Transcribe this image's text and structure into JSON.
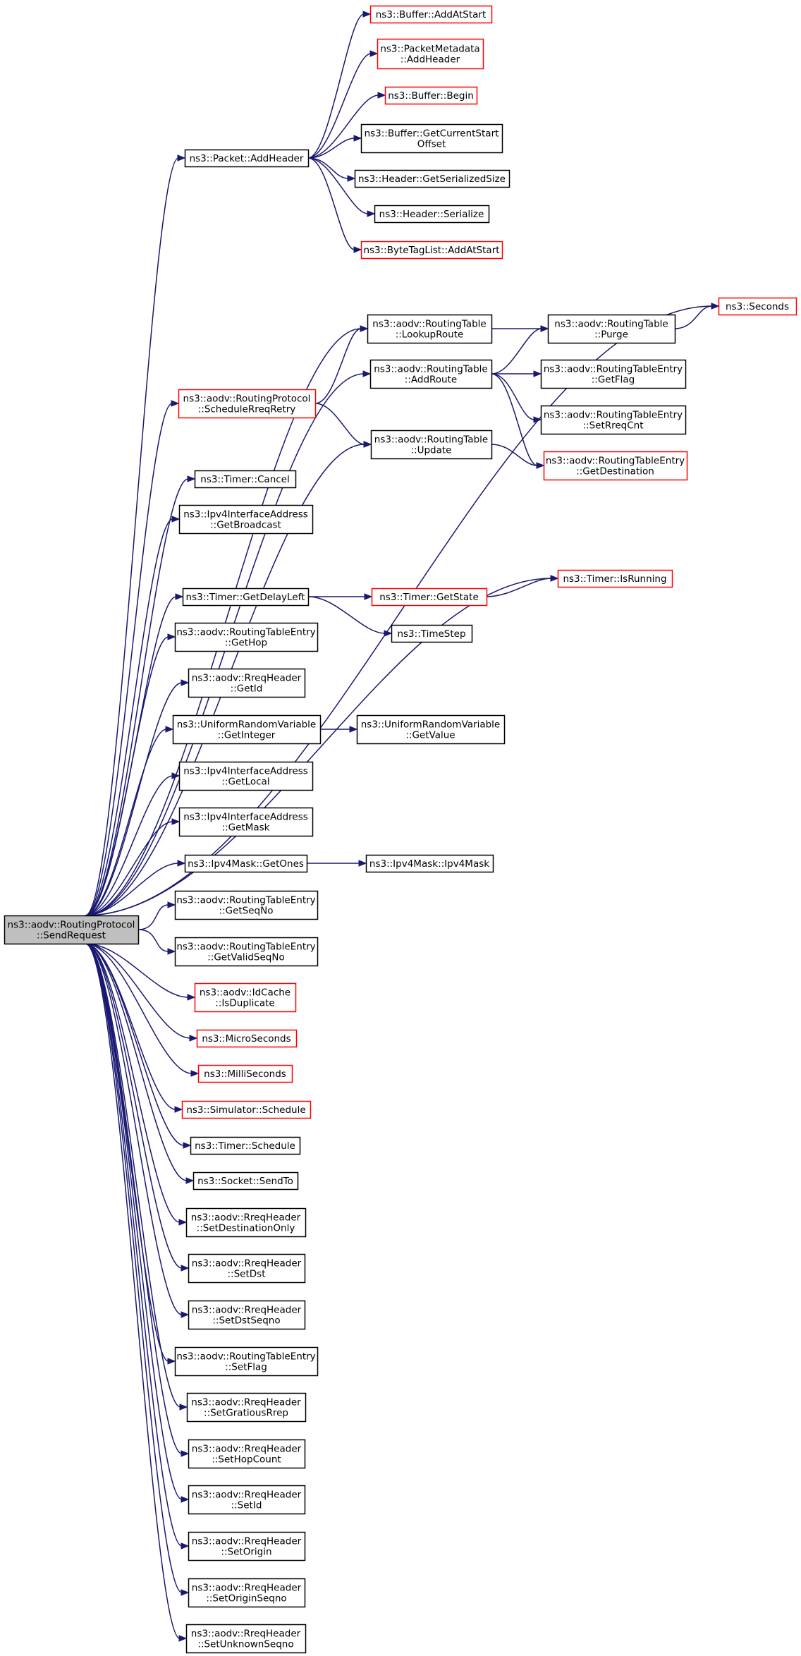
{
  "diagram": {
    "colors": {
      "edge": "#191970",
      "normal_border": "#000000",
      "truncated_border": "#ff0000",
      "root_fill": "#bfbfbf",
      "fill": "#ffffff"
    },
    "nodes": [
      {
        "id": "root",
        "lines": [
          "ns3::aodv::RoutingProtocol",
          "::SendRequest"
        ],
        "kind": "root"
      },
      {
        "id": "pkt_addheader",
        "lines": [
          "ns3::Packet::AddHeader"
        ],
        "kind": "normal"
      },
      {
        "id": "buf_addatstart",
        "lines": [
          "ns3::Buffer::AddAtStart"
        ],
        "kind": "truncated"
      },
      {
        "id": "pm_addheader",
        "lines": [
          "ns3::PacketMetadata",
          "::AddHeader"
        ],
        "kind": "truncated"
      },
      {
        "id": "buf_begin",
        "lines": [
          "ns3::Buffer::Begin"
        ],
        "kind": "truncated"
      },
      {
        "id": "buf_getcurstart",
        "lines": [
          "ns3::Buffer::GetCurrentStart",
          "Offset"
        ],
        "kind": "normal"
      },
      {
        "id": "hdr_getsersize",
        "lines": [
          "ns3::Header::GetSerializedSize"
        ],
        "kind": "normal"
      },
      {
        "id": "hdr_serialize",
        "lines": [
          "ns3::Header::Serialize"
        ],
        "kind": "normal"
      },
      {
        "id": "btl_addatstart",
        "lines": [
          "ns3::ByteTagList::AddAtStart"
        ],
        "kind": "truncated"
      },
      {
        "id": "seconds",
        "lines": [
          "ns3::Seconds"
        ],
        "kind": "truncated"
      },
      {
        "id": "rt_lookuproute",
        "lines": [
          "ns3::aodv::RoutingTable",
          "::LookupRoute"
        ],
        "kind": "normal"
      },
      {
        "id": "rt_purge",
        "lines": [
          "ns3::aodv::RoutingTable",
          "::Purge"
        ],
        "kind": "normal"
      },
      {
        "id": "rt_addroute",
        "lines": [
          "ns3::aodv::RoutingTable",
          "::AddRoute"
        ],
        "kind": "normal"
      },
      {
        "id": "rte_getflag",
        "lines": [
          "ns3::aodv::RoutingTableEntry",
          "::GetFlag"
        ],
        "kind": "normal"
      },
      {
        "id": "rp_schedreqretry",
        "lines": [
          "ns3::aodv::RoutingProtocol",
          "::ScheduleRreqRetry"
        ],
        "kind": "truncated"
      },
      {
        "id": "rte_setrreqcnt",
        "lines": [
          "ns3::aodv::RoutingTableEntry",
          "::SetRreqCnt"
        ],
        "kind": "normal"
      },
      {
        "id": "rt_update",
        "lines": [
          "ns3::aodv::RoutingTable",
          "::Update"
        ],
        "kind": "normal"
      },
      {
        "id": "rte_getdest",
        "lines": [
          "ns3::aodv::RoutingTableEntry",
          "::GetDestination"
        ],
        "kind": "truncated"
      },
      {
        "id": "timer_cancel",
        "lines": [
          "ns3::Timer::Cancel"
        ],
        "kind": "normal"
      },
      {
        "id": "ipv4ia_getbroadcast",
        "lines": [
          "ns3::Ipv4InterfaceAddress",
          "::GetBroadcast"
        ],
        "kind": "normal"
      },
      {
        "id": "timer_isrunning",
        "lines": [
          "ns3::Timer::IsRunning"
        ],
        "kind": "truncated"
      },
      {
        "id": "timer_getdelayleft",
        "lines": [
          "ns3::Timer::GetDelayLeft"
        ],
        "kind": "normal"
      },
      {
        "id": "timer_getstate",
        "lines": [
          "ns3::Timer::GetState"
        ],
        "kind": "truncated"
      },
      {
        "id": "timestep",
        "lines": [
          "ns3::TimeStep"
        ],
        "kind": "normal"
      },
      {
        "id": "rte_gethop",
        "lines": [
          "ns3::aodv::RoutingTableEntry",
          "::GetHop"
        ],
        "kind": "normal"
      },
      {
        "id": "rreq_getid",
        "lines": [
          "ns3::aodv::RreqHeader",
          "::GetId"
        ],
        "kind": "normal"
      },
      {
        "id": "urv_getinteger",
        "lines": [
          "ns3::UniformRandomVariable",
          "::GetInteger"
        ],
        "kind": "normal"
      },
      {
        "id": "urv_getvalue",
        "lines": [
          "ns3::UniformRandomVariable",
          "::GetValue"
        ],
        "kind": "normal"
      },
      {
        "id": "ipv4ia_getlocal",
        "lines": [
          "ns3::Ipv4InterfaceAddress",
          "::GetLocal"
        ],
        "kind": "normal"
      },
      {
        "id": "ipv4ia_getmask",
        "lines": [
          "ns3::Ipv4InterfaceAddress",
          "::GetMask"
        ],
        "kind": "normal"
      },
      {
        "id": "ipv4mask_getones",
        "lines": [
          "ns3::Ipv4Mask::GetOnes"
        ],
        "kind": "normal"
      },
      {
        "id": "ipv4mask_ipv4mask",
        "lines": [
          "ns3::Ipv4Mask::Ipv4Mask"
        ],
        "kind": "normal"
      },
      {
        "id": "rte_getseqno",
        "lines": [
          "ns3::aodv::RoutingTableEntry",
          "::GetSeqNo"
        ],
        "kind": "normal"
      },
      {
        "id": "rte_getvalidseqno",
        "lines": [
          "ns3::aodv::RoutingTableEntry",
          "::GetValidSeqNo"
        ],
        "kind": "normal"
      },
      {
        "id": "idcache_isdup",
        "lines": [
          "ns3::aodv::IdCache",
          "::IsDuplicate"
        ],
        "kind": "truncated"
      },
      {
        "id": "microseconds",
        "lines": [
          "ns3::MicroSeconds"
        ],
        "kind": "truncated"
      },
      {
        "id": "milliseconds",
        "lines": [
          "ns3::MilliSeconds"
        ],
        "kind": "truncated"
      },
      {
        "id": "sim_schedule",
        "lines": [
          "ns3::Simulator::Schedule"
        ],
        "kind": "truncated"
      },
      {
        "id": "timer_schedule",
        "lines": [
          "ns3::Timer::Schedule"
        ],
        "kind": "normal"
      },
      {
        "id": "socket_sendto",
        "lines": [
          "ns3::Socket::SendTo"
        ],
        "kind": "normal"
      },
      {
        "id": "rreq_setdestonly",
        "lines": [
          "ns3::aodv::RreqHeader",
          "::SetDestinationOnly"
        ],
        "kind": "normal"
      },
      {
        "id": "rreq_setdst",
        "lines": [
          "ns3::aodv::RreqHeader",
          "::SetDst"
        ],
        "kind": "normal"
      },
      {
        "id": "rreq_setdstseqno",
        "lines": [
          "ns3::aodv::RreqHeader",
          "::SetDstSeqno"
        ],
        "kind": "normal"
      },
      {
        "id": "rte_setflag",
        "lines": [
          "ns3::aodv::RoutingTableEntry",
          "::SetFlag"
        ],
        "kind": "normal"
      },
      {
        "id": "rreq_setgratious",
        "lines": [
          "ns3::aodv::RreqHeader",
          "::SetGratiousRrep"
        ],
        "kind": "normal"
      },
      {
        "id": "rreq_sethopcount",
        "lines": [
          "ns3::aodv::RreqHeader",
          "::SetHopCount"
        ],
        "kind": "normal"
      },
      {
        "id": "rreq_setid",
        "lines": [
          "ns3::aodv::RreqHeader",
          "::SetId"
        ],
        "kind": "normal"
      },
      {
        "id": "rreq_setorigin",
        "lines": [
          "ns3::aodv::RreqHeader",
          "::SetOrigin"
        ],
        "kind": "normal"
      },
      {
        "id": "rreq_setoriginseqno",
        "lines": [
          "ns3::aodv::RreqHeader",
          "::SetOriginSeqno"
        ],
        "kind": "normal"
      },
      {
        "id": "rreq_setunknownseqno",
        "lines": [
          "ns3::aodv::RreqHeader",
          "::SetUnknownSeqno"
        ],
        "kind": "normal"
      }
    ],
    "edges": [
      [
        "root",
        "pkt_addheader"
      ],
      [
        "root",
        "seconds"
      ],
      [
        "root",
        "rt_lookuproute"
      ],
      [
        "root",
        "rt_addroute"
      ],
      [
        "root",
        "rp_schedreqretry"
      ],
      [
        "root",
        "rt_update"
      ],
      [
        "root",
        "timer_cancel"
      ],
      [
        "root",
        "ipv4ia_getbroadcast"
      ],
      [
        "root",
        "timer_isrunning"
      ],
      [
        "root",
        "timer_getdelayleft"
      ],
      [
        "root",
        "rte_gethop"
      ],
      [
        "root",
        "rreq_getid"
      ],
      [
        "root",
        "urv_getinteger"
      ],
      [
        "root",
        "ipv4ia_getlocal"
      ],
      [
        "root",
        "ipv4ia_getmask"
      ],
      [
        "root",
        "ipv4mask_getones"
      ],
      [
        "root",
        "rte_getseqno"
      ],
      [
        "root",
        "rte_getvalidseqno"
      ],
      [
        "root",
        "idcache_isdup"
      ],
      [
        "root",
        "microseconds"
      ],
      [
        "root",
        "milliseconds"
      ],
      [
        "root",
        "sim_schedule"
      ],
      [
        "root",
        "timer_schedule"
      ],
      [
        "root",
        "socket_sendto"
      ],
      [
        "root",
        "rreq_setdestonly"
      ],
      [
        "root",
        "rreq_setdst"
      ],
      [
        "root",
        "rreq_setdstseqno"
      ],
      [
        "root",
        "rte_setflag"
      ],
      [
        "root",
        "rreq_setgratious"
      ],
      [
        "root",
        "rreq_sethopcount"
      ],
      [
        "root",
        "rreq_setid"
      ],
      [
        "root",
        "rreq_setorigin"
      ],
      [
        "root",
        "rreq_setoriginseqno"
      ],
      [
        "root",
        "rreq_setunknownseqno"
      ],
      [
        "pkt_addheader",
        "buf_addatstart"
      ],
      [
        "pkt_addheader",
        "pm_addheader"
      ],
      [
        "pkt_addheader",
        "buf_begin"
      ],
      [
        "pkt_addheader",
        "buf_getcurstart"
      ],
      [
        "pkt_addheader",
        "hdr_getsersize"
      ],
      [
        "pkt_addheader",
        "hdr_serialize"
      ],
      [
        "pkt_addheader",
        "btl_addatstart"
      ],
      [
        "rt_lookuproute",
        "rt_purge"
      ],
      [
        "rt_purge",
        "seconds"
      ],
      [
        "rt_addroute",
        "rt_purge"
      ],
      [
        "rt_addroute",
        "rte_getflag"
      ],
      [
        "rt_addroute",
        "rte_setrreqcnt"
      ],
      [
        "rt_addroute",
        "rte_getdest"
      ],
      [
        "rp_schedreqretry",
        "rt_lookuproute"
      ],
      [
        "rp_schedreqretry",
        "rt_update"
      ],
      [
        "rt_update",
        "rte_getdest"
      ],
      [
        "timer_getdelayleft",
        "timer_getstate"
      ],
      [
        "timer_getdelayleft",
        "timestep"
      ],
      [
        "timer_getstate",
        "timer_isrunning"
      ],
      [
        "urv_getinteger",
        "urv_getvalue"
      ],
      [
        "ipv4mask_getones",
        "ipv4mask_ipv4mask"
      ]
    ]
  }
}
